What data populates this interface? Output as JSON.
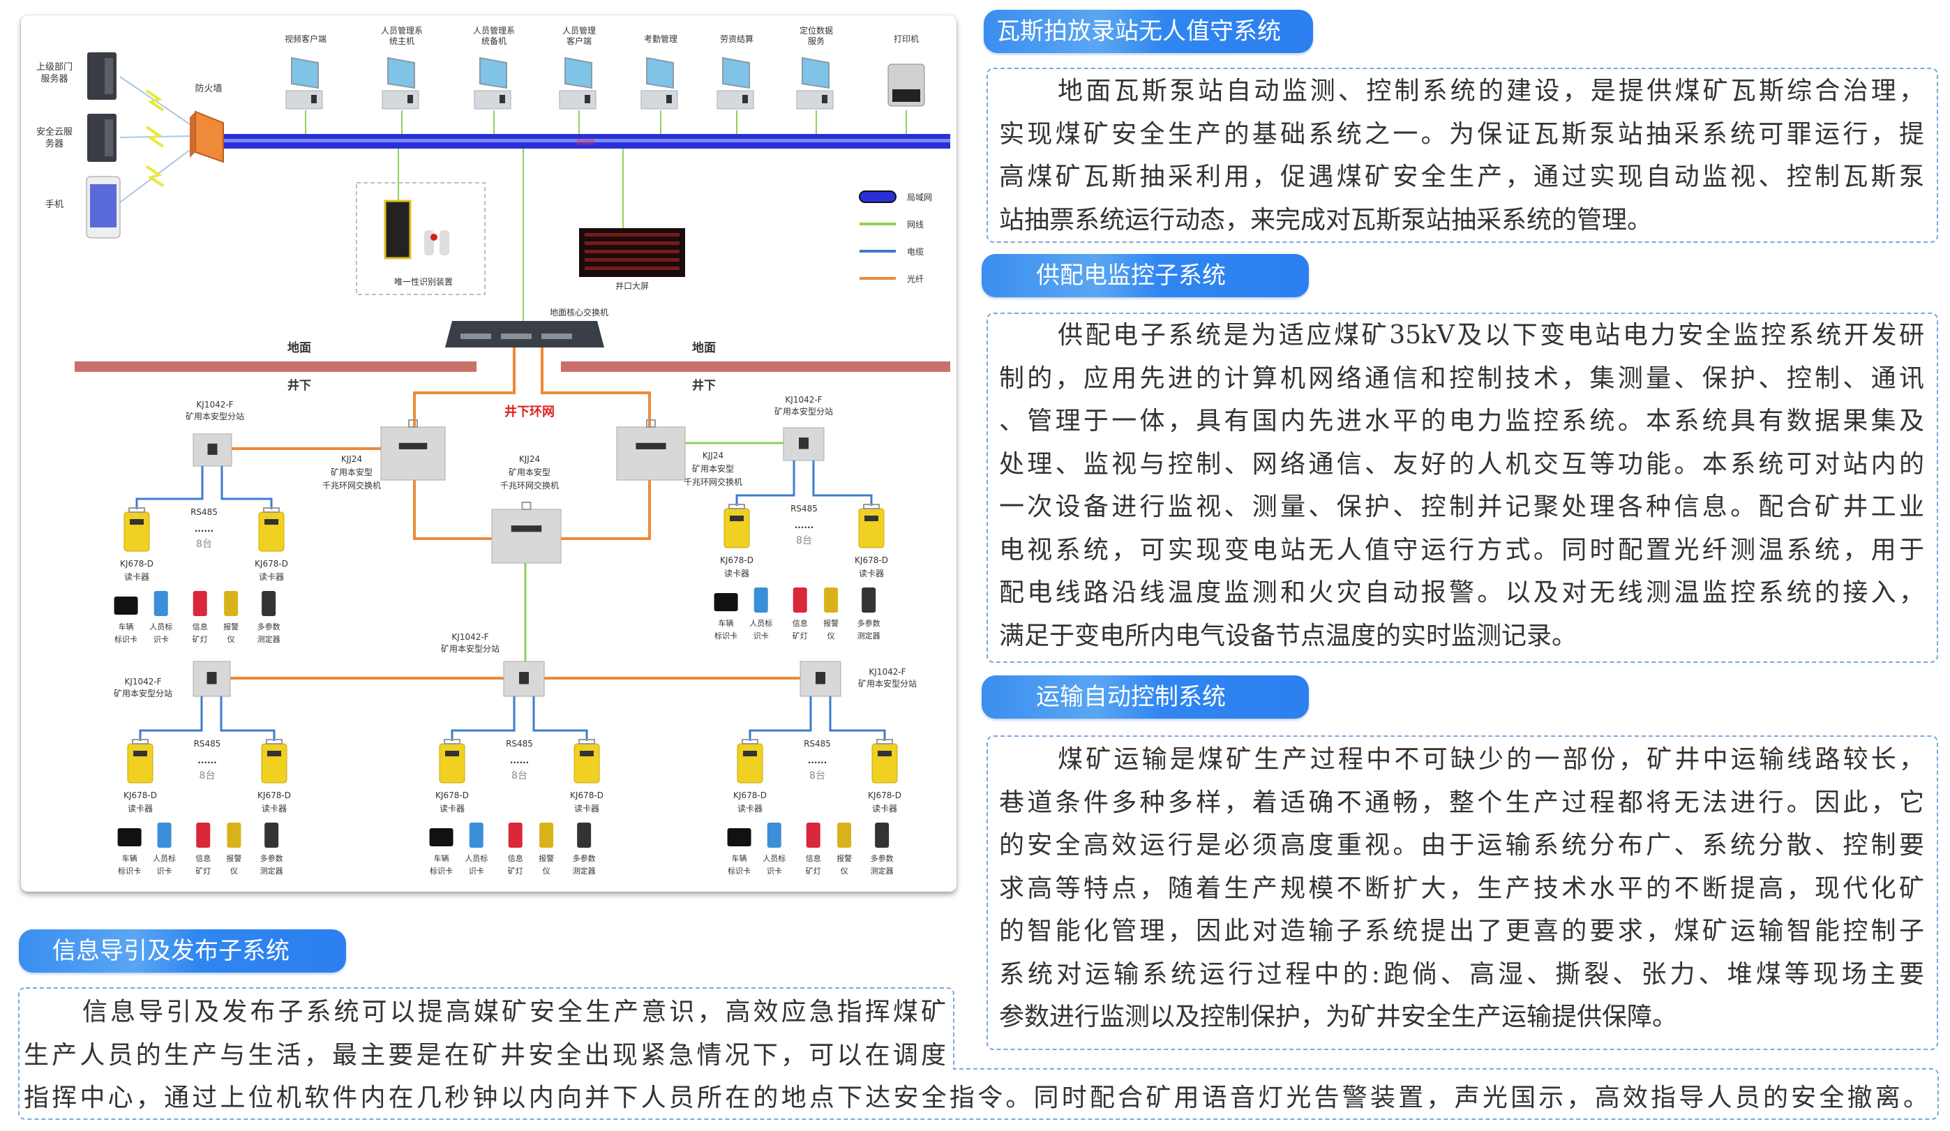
{
  "diagram": {
    "left_devices": [
      {
        "label": [
          "上级部门",
          "服务器"
        ],
        "icon": "server-icon"
      },
      {
        "label": [
          "安全云服",
          "务器"
        ],
        "icon": "server-icon"
      },
      {
        "label": [
          "手机"
        ],
        "icon": "phone-icon"
      }
    ],
    "firewall_label": "防火墙",
    "lan_label": "局域网",
    "terminals": [
      {
        "label": [
          "视频客户端"
        ],
        "icon": "computer-icon"
      },
      {
        "label": [
          "人员管理系",
          "统主机"
        ],
        "icon": "computer-icon"
      },
      {
        "label": [
          "人员管理系",
          "统备机"
        ],
        "icon": "computer-icon"
      },
      {
        "label": [
          "人员管理",
          "客户端"
        ],
        "icon": "computer-icon"
      },
      {
        "label": [
          "考勤管理"
        ],
        "icon": "computer-icon"
      },
      {
        "label": [
          "劳资结算"
        ],
        "icon": "computer-icon"
      },
      {
        "label": [
          "定位数据",
          "服务"
        ],
        "icon": "computer-icon"
      },
      {
        "label": [
          "打印机"
        ],
        "icon": "printer-icon"
      }
    ],
    "id_device_label": "唯一性识别装置",
    "big_screen_label": "井口大屏",
    "core_switch_label": "地面核心交换机",
    "surface_label": "地面",
    "underground_label": "井下",
    "ring_label": "井下环网",
    "ring_switch_label": [
      "KJJ24",
      "矿用本安型",
      "千兆环网交换机"
    ],
    "substation_label": [
      "KJ1042-F",
      "矿用本安型分站"
    ],
    "bus_label": "RS485",
    "dots": "......",
    "reader_count": "8台",
    "reader_label": [
      "KJ678-D",
      "读卡器"
    ],
    "endpoints": [
      {
        "label": [
          "车辆",
          "标识卡"
        ],
        "icon": "vehicle-card-icon",
        "color": "#111111"
      },
      {
        "label": [
          "人员标",
          "识卡"
        ],
        "icon": "personnel-card-icon",
        "color": "#3a8fd8"
      },
      {
        "label": [
          "信息",
          "矿灯"
        ],
        "icon": "cap-lamp-icon",
        "color": "#d8283a"
      },
      {
        "label": [
          "报警",
          "仪"
        ],
        "icon": "alarm-icon",
        "color": "#d9b21a"
      },
      {
        "label": [
          "多参数",
          "测定器"
        ],
        "icon": "multi-parameter-meter-icon",
        "color": "#333333"
      }
    ],
    "legend": [
      {
        "label": "局域网",
        "type": "lan",
        "color": "#2b2fd8"
      },
      {
        "label": "网线",
        "type": "line",
        "color": "#8ed15a"
      },
      {
        "label": "电缆",
        "type": "line",
        "color": "#3b7dd0"
      },
      {
        "label": "光纤",
        "type": "line",
        "color": "#ee8a3a"
      }
    ],
    "colors": {
      "lan": "#2b2fd8",
      "network_cable": "#8ed15a",
      "cable": "#3b7dd0",
      "fiber": "#ee8a3a",
      "ground_bar": "#c9706a",
      "ring_label": "#e02020"
    }
  },
  "sections": [
    {
      "title": "瓦斯拍放录站无人值守系统",
      "lines": [
        "地面瓦斯泵站自动监测、控制系统的建设，是提供煤矿瓦斯综合治理，",
        "实现煤矿安全生产的基础系统之一。为保证瓦斯泵站抽采系统可罪运行，提",
        "高煤矿瓦斯抽采利用，促遇煤矿安全生产，通过实现自动监视、控制瓦斯泵",
        "站抽票系统运行动态，来完成对瓦斯泵站抽采系统的管理。"
      ]
    },
    {
      "title": "供配电监控子系统",
      "lines": [
        "供配电子系统是为适应煤矿35kV及以下变电站电力安全监控系统开发研",
        "制的，应用先进的计算机网络通信和控制技术，集测量、保护、控制、通讯",
        "、管理于一体，具有国内先进水平的电力监控系统。本系统具有数据果集及",
        "处理、监视与控制、网络通信、友好的人机交互等功能。本系统可对站内的",
        "一次设备进行监视、测量、保护、控制并记聚处理各种信息。配合矿井工业",
        "电视系统，可实现变电站无人值守运行方式。同时配置光纤测温系统，用于",
        "配电线路沿线温度监测和火灾自动报警。以及对无线测温监控系统的接入，",
        "满足于变电所内电气设备节点温度的实时监测记录。"
      ]
    },
    {
      "title": "运输自动控制系统",
      "lines": [
        "煤矿运输是煤矿生产过程中不可缺少的一部份，矿井中运输线路较长，",
        "巷道条件多种多样，着适确不通畅，整个生产过程都将无法进行。因此，它",
        "的安全高效运行是必须高度重视。由于运输系统分布广、系统分散、控制要",
        "求高等特点，随着生产规模不断扩大，生产技术水平的不断提高，现代化矿",
        "的智能化管理，因此对造输子系统提出了更喜的要求，煤矿运输智能控制子",
        "系统对运输系统运行过程中的:跑倘、高湿、撕裂、张力、堆煤等现场主要",
        "参数进行监测以及控制保护，为矿井安全生产运输提供保障。"
      ]
    },
    {
      "title": "信息导引及发布子系统",
      "lines": [
        "信息导引及发布子系统可以提高媒矿安全生产意识，高效应急指挥煤矿",
        "生产人员的生产与生活，最主要是在矿井安全出现紧急情况下，可以在调度",
        "指挥中心，通过上位机软件内在几秒钟以内向并下人员所在的地点下达安全指令。同时配合矿用语音灯光告警装置，声光国示，高效指导人员的安全撤离。"
      ]
    }
  ]
}
